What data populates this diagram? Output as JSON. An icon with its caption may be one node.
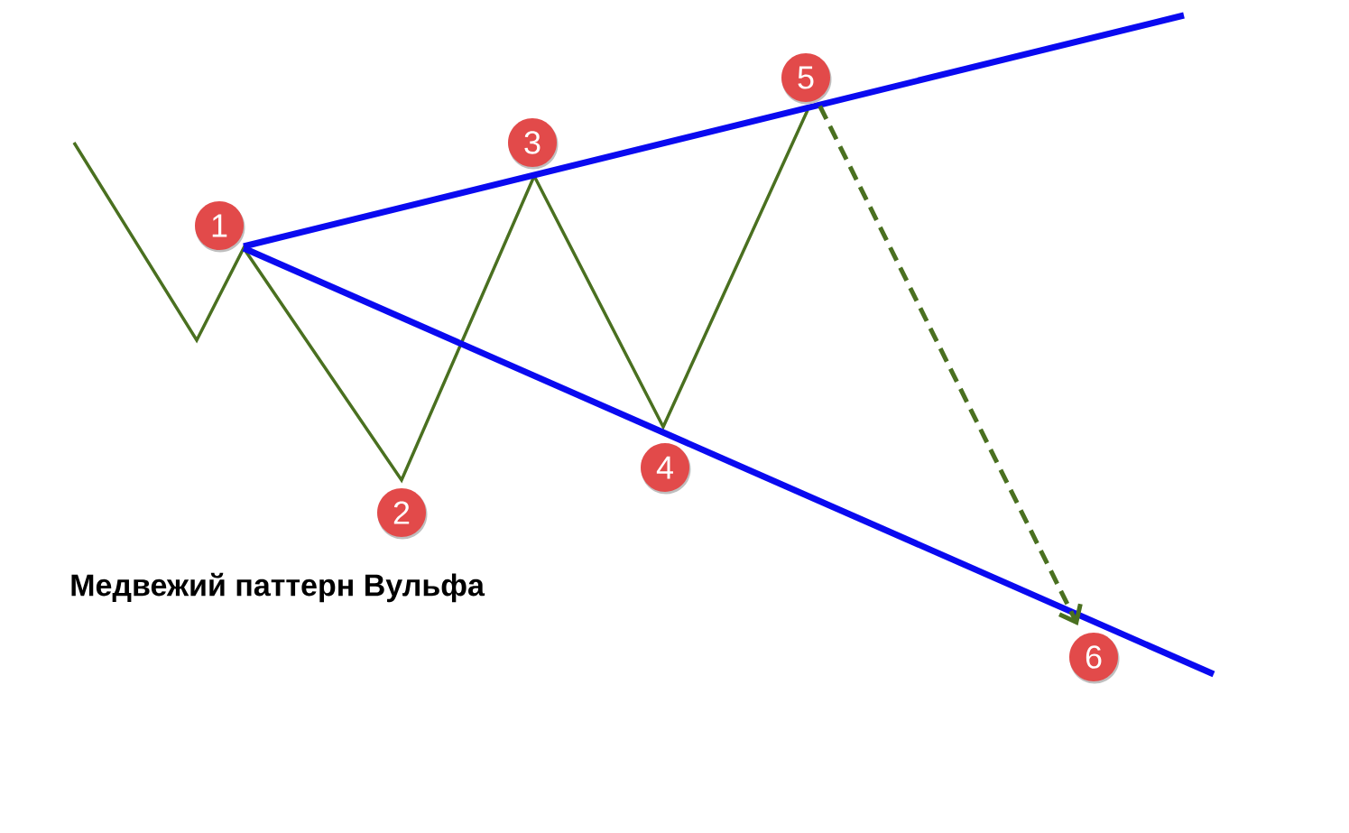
{
  "diagram": {
    "title": "Медвежий паттерн Вульфа",
    "nodes": [
      {
        "text": [
          "1"
        ]
      },
      {
        "text": [
          "2"
        ]
      },
      {
        "text": [
          "3"
        ]
      },
      {
        "text": [
          "4"
        ]
      },
      {
        "text": [
          "5"
        ]
      },
      {
        "text": [
          "6"
        ]
      }
    ],
    "edges": [
      {
        "from": 4,
        "to": 5,
        "arrow": "to",
        "style": "dashed",
        "color": "#4a7020"
      }
    ]
  }
}
